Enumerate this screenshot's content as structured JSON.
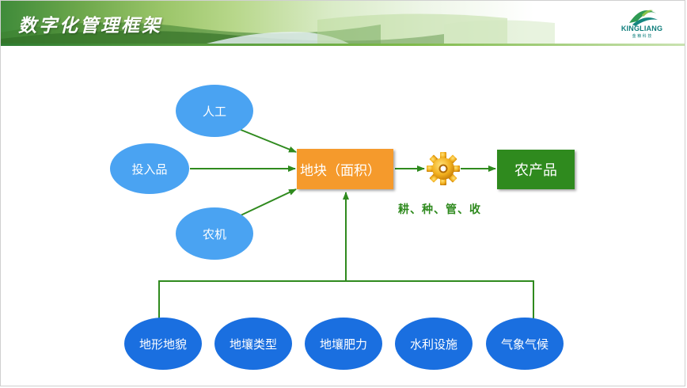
{
  "header": {
    "title": "数字化管理框架",
    "logo_text": "KINGLIANG",
    "logo_sub": "金 粮 科 技"
  },
  "inputs": [
    {
      "label": "人工"
    },
    {
      "label": "投入品"
    },
    {
      "label": "农机"
    }
  ],
  "center": {
    "label": "地块（面积）"
  },
  "process": {
    "label": "耕、种、管、收",
    "icon": "gear-icon"
  },
  "output": {
    "label": "农产品"
  },
  "factors": [
    {
      "label": "地形地貌"
    },
    {
      "label": "地壤类型"
    },
    {
      "label": "地壤肥力"
    },
    {
      "label": "水利设施"
    },
    {
      "label": "气象气候"
    }
  ],
  "colors": {
    "input_node": "#4aa3f2",
    "factor_node": "#1a6fe0",
    "center_box": "#f59a2c",
    "output_box": "#2f8a1e",
    "connector": "#2f8a1e",
    "gear": "#f2b01e"
  }
}
